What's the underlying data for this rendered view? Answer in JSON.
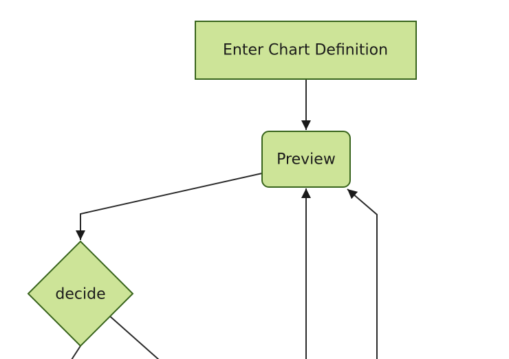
{
  "diagram": {
    "type": "flowchart",
    "direction": "top-down",
    "background": "#ffffff",
    "nodes": [
      {
        "id": "enter-chart-definition",
        "label": "Enter Chart Definition",
        "shape": "rectangle"
      },
      {
        "id": "preview",
        "label": "Preview",
        "shape": "rounded-rectangle"
      },
      {
        "id": "decide",
        "label": "decide",
        "shape": "diamond"
      }
    ],
    "edges": [
      {
        "from": "Enter Chart Definition",
        "to": "Preview",
        "arrowhead": true
      },
      {
        "from": "Preview",
        "to": "decide",
        "arrowhead": true
      },
      {
        "from": "decide",
        "to": "offscreen (bottom left)",
        "arrowhead": false
      },
      {
        "from": "decide",
        "to": "offscreen (bottom right)",
        "arrowhead": false
      },
      {
        "from": "offscreen (bottom)",
        "to": "Preview",
        "arrowhead": true
      },
      {
        "from": "offscreen (bottom)",
        "to": "Preview",
        "arrowhead": true
      }
    ],
    "theme": {
      "node_fill": "#cde498",
      "node_border": "#38641c",
      "edge_color": "#2a2a2a",
      "arrow_color": "#1a1a1a",
      "text_color": "#1a1a1a"
    }
  }
}
